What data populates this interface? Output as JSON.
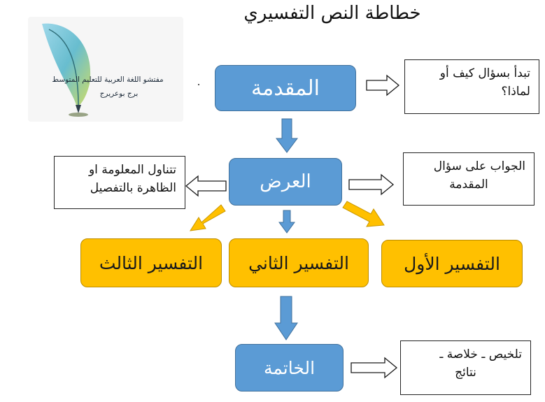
{
  "title": "خطاطة النص التفسيري",
  "logo": {
    "line1": "مفتشو اللغة العربية للتعليم المتوسط",
    "line2": "برج بوعريرج"
  },
  "boxes": {
    "intro": "المقدمة",
    "body": "العرض",
    "explanation_1": "التفسير الأول",
    "explanation_2": "التفسير الثاني",
    "explanation_3": "التفسير الثالث",
    "conclusion": "الخاتمة"
  },
  "notes": {
    "intro_line1": "تبدأ بسؤال كيف أو",
    "intro_line2": "لماذا؟",
    "answer_line1": "الجواب على سؤال",
    "answer_line2": "المقدمة",
    "body_line1": "تتناول المعلومة او",
    "body_line2": "الظاهرة بالتفصيل",
    "conclusion_line1": "تلخيص ـ خلاصة ـ",
    "conclusion_line2": "نتائج"
  },
  "colors": {
    "blue_box": "#5b9bd5",
    "gold_box": "#ffc000",
    "blue_arrow": "#5b9bd5",
    "gold_arrow": "#ffc000"
  }
}
